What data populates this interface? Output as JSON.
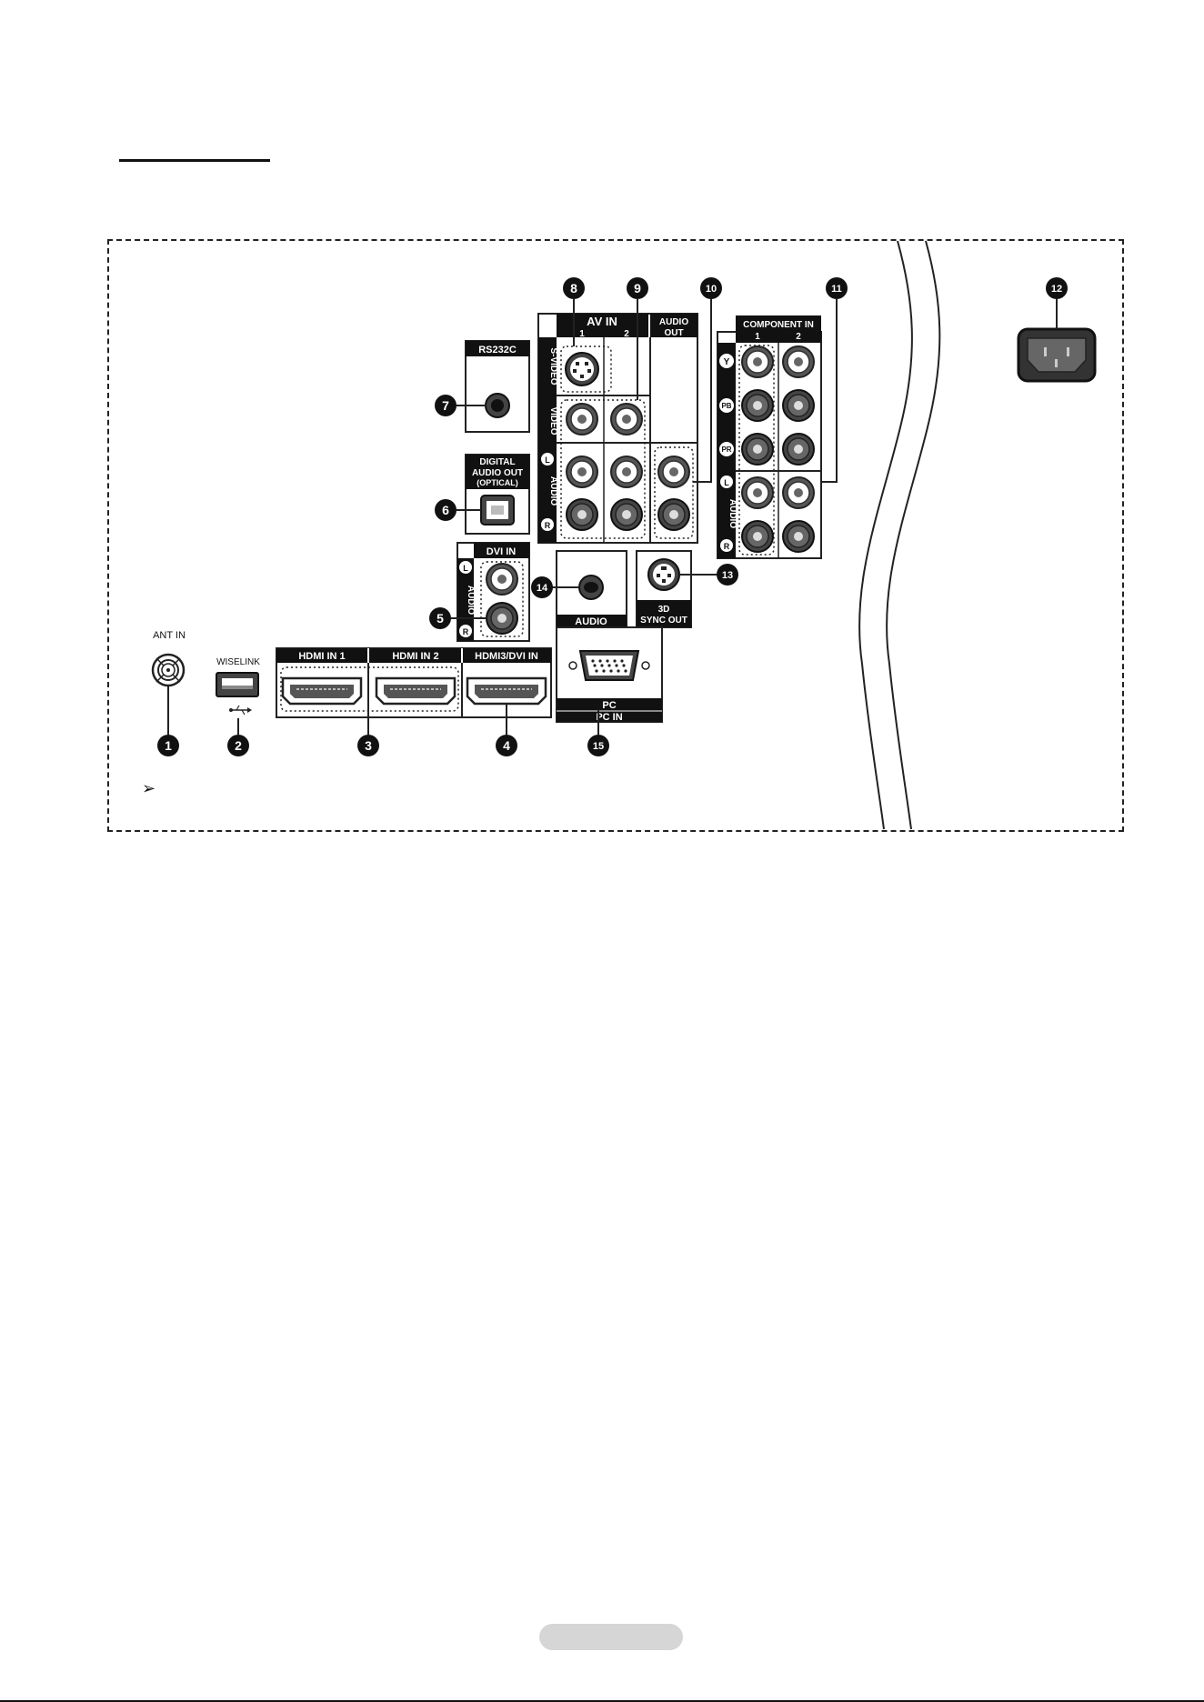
{
  "labels": {
    "ant_in": "ANT IN",
    "wiselink": "WISELINK",
    "hdmi_in_1": "HDMI IN 1",
    "hdmi_in_2": "HDMI IN 2",
    "hdmi3_dvi_in": "HDMI3/DVI IN",
    "rs232c": "RS232C",
    "digital_audio_out_1": "DIGITAL",
    "digital_audio_out_2": "AUDIO OUT",
    "digital_audio_out_3": "(OPTICAL)",
    "dvi_in": "DVI IN",
    "dvi_audio": "AUDIO",
    "dvi_l": "L",
    "dvi_r": "R",
    "av_in": "AV IN",
    "av_in_1": "1",
    "av_in_2": "2",
    "audio_out_1": "AUDIO",
    "audio_out_2": "OUT",
    "s_video": "S-VIDEO",
    "video": "VIDEO",
    "av_audio": "AUDIO",
    "av_l": "L",
    "av_r": "R",
    "component_in": "COMPONENT IN",
    "comp_1": "1",
    "comp_2": "2",
    "comp_y": "Y",
    "comp_pb": "PB",
    "comp_pr": "PR",
    "comp_audio": "AUDIO",
    "comp_l": "L",
    "comp_r": "R",
    "audio_pc": "AUDIO",
    "sync_out_1": "3D",
    "sync_out_2": "SYNC OUT",
    "pc": "PC",
    "pc_in": "PC IN"
  },
  "callouts": [
    "1",
    "2",
    "3",
    "4",
    "5",
    "6",
    "7",
    "8",
    "9",
    "10",
    "11",
    "12",
    "13",
    "14",
    "15"
  ],
  "note_symbol": "➢",
  "icons": [
    "usb-icon",
    "coax-jack-icon",
    "hdmi-port-icon",
    "rca-jack-icon",
    "optical-port-icon",
    "svideo-port-icon",
    "vga-port-icon",
    "power-socket-icon",
    "note-arrow-icon"
  ]
}
